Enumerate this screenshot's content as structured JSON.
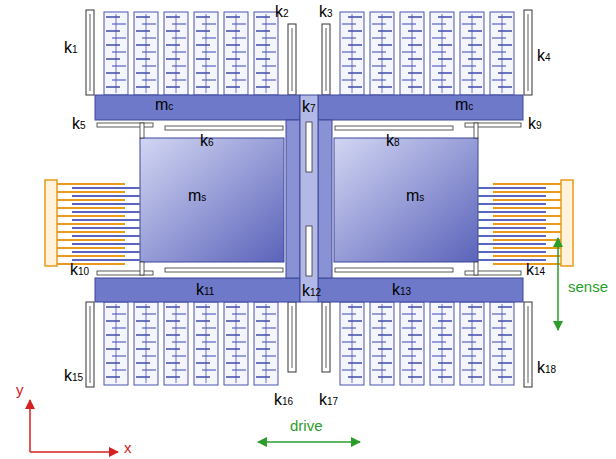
{
  "diagram": {
    "nodes": [
      {
        "text": [
          "mc"
        ]
      },
      {
        "text": [
          "ms"
        ],
        "in": 0
      },
      {
        "text": [
          "mc"
        ]
      },
      {
        "text": [
          "ms"
        ],
        "in": 2
      }
    ],
    "labels": [
      "k1",
      "k2",
      "k3",
      "k4",
      "k5",
      "k6",
      "k7",
      "k8",
      "k9",
      "k10",
      "k11",
      "k12",
      "k13",
      "k14",
      "k15",
      "k16",
      "k17",
      "k18",
      "sense",
      "drive",
      "y",
      "x"
    ]
  }
}
